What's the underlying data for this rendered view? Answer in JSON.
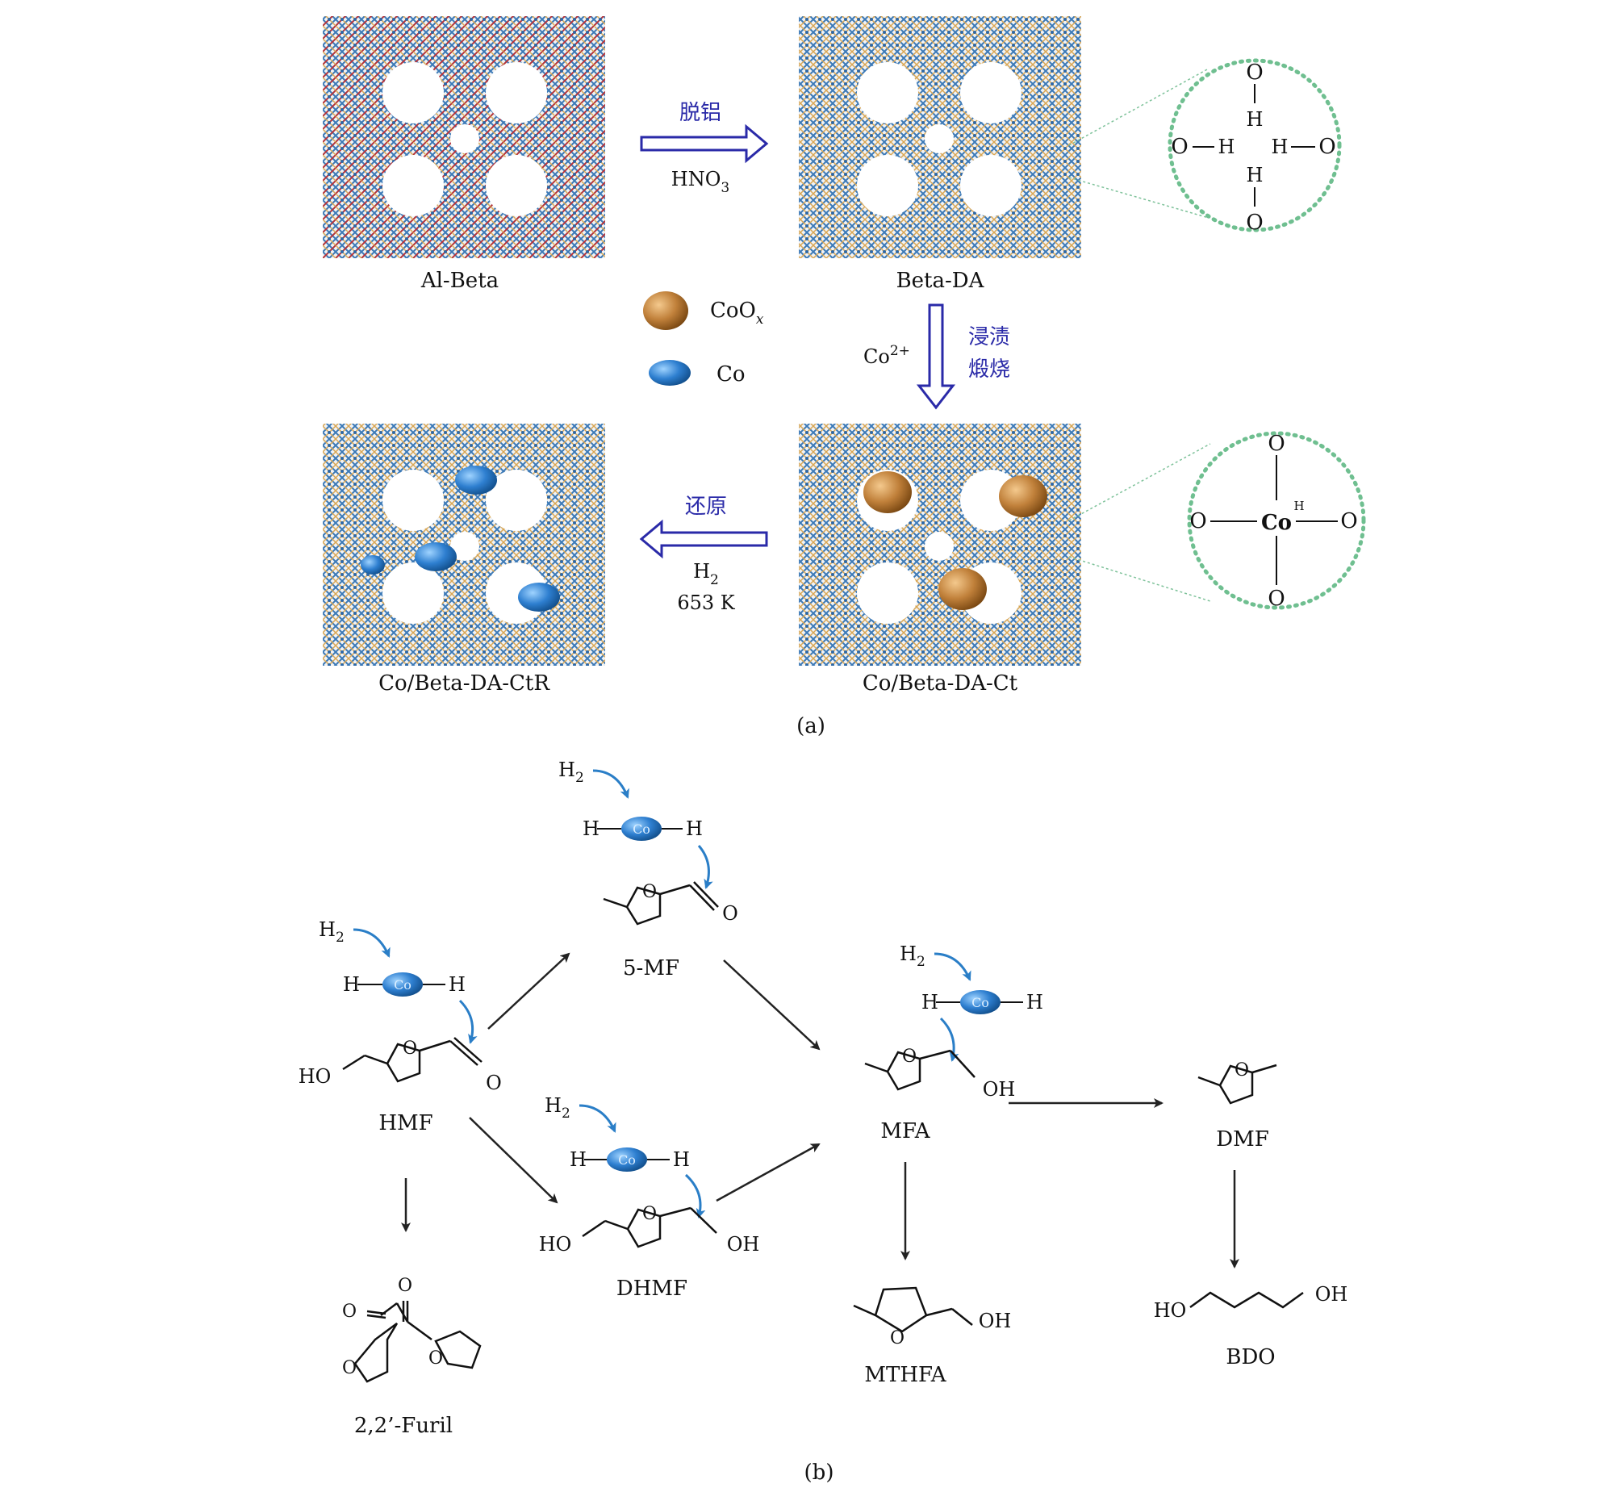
{
  "panel_a": {
    "caption": "(a)",
    "materials": {
      "al_beta": "Al-Beta",
      "beta_da": "Beta-DA",
      "co_beta_da_ct": "Co/Beta-DA-Ct",
      "co_beta_da_ctr": "Co/Beta-DA-CtR"
    },
    "steps": {
      "dealumination": "脱铝",
      "reagent_acid": "HNO3",
      "impregnate": "浸渍",
      "calcine": "煅烧",
      "cobalt_ion": "Co2+",
      "reduce": "还原",
      "reagent_h2": "H2",
      "temperature": "653 K"
    },
    "legend": {
      "cobalt_oxide": "CoOx",
      "cobalt": "Co",
      "cobalt_oxide_color": "#c0803a",
      "cobalt_color": "#2e7fd0"
    },
    "inset_silanol": [
      "O",
      "H",
      "O",
      "H",
      "H",
      "O",
      "H",
      "O"
    ],
    "inset_cobalt": [
      "O",
      "O",
      "Co",
      "H",
      "O",
      "O"
    ]
  },
  "panel_b": {
    "caption": "(b)",
    "compounds": {
      "hmf": "HMF",
      "five_mf": "5-MF",
      "dhmf": "DHMF",
      "mfa": "MFA",
      "dmf": "DMF",
      "furil": "2,2’-Furil",
      "mthfa": "MTHFA",
      "bdo": "BDO"
    },
    "groups": {
      "ho": "HO",
      "oh": "OH",
      "o": "O",
      "h": "H",
      "h2": "H2",
      "co": "Co"
    }
  }
}
